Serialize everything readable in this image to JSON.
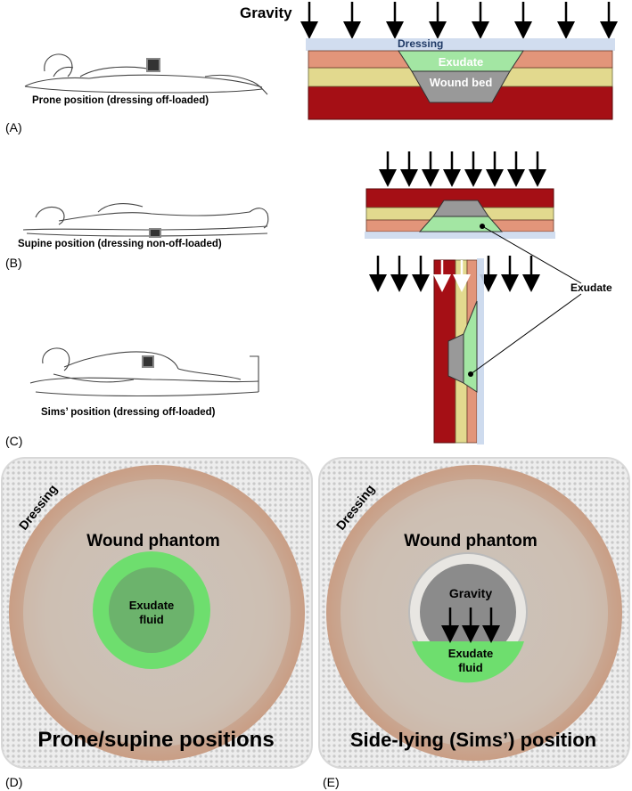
{
  "panel_labels": {
    "a": "(A)",
    "b": "(B)",
    "c": "(C)",
    "d": "(D)",
    "e": "(E)"
  },
  "gravity_label": "Gravity",
  "layers": {
    "dressing": "Dressing",
    "exudate": "Exudate",
    "wound_bed": "Wound bed"
  },
  "positions": {
    "prone": "Prone position (dressing off-loaded)",
    "supine": "Supine position (dressing non-off-loaded)",
    "sims": "Sims’ position (dressing off-loaded)"
  },
  "exudate_callout": "Exudate",
  "photo_d": {
    "dressing": "Dressing",
    "phantom": "Wound phantom",
    "fluid_line1": "Exudate",
    "fluid_line2": "fluid",
    "caption": "Prone/supine positions"
  },
  "photo_e": {
    "dressing": "Dressing",
    "phantom": "Wound phantom",
    "gravity": "Gravity",
    "fluid_line1": "Exudate",
    "fluid_line2": "fluid",
    "caption": "Side-lying (Sims’) position"
  },
  "colors": {
    "skin_red": "#a50f15",
    "skin_yellow": "#e2d98e",
    "skin_orange": "#e2957a",
    "exudate_green": "#a3e6a3",
    "wound_gray": "#999999",
    "dressing_blue": "#c9d7ec",
    "phantom_green": "#6ede6e"
  }
}
